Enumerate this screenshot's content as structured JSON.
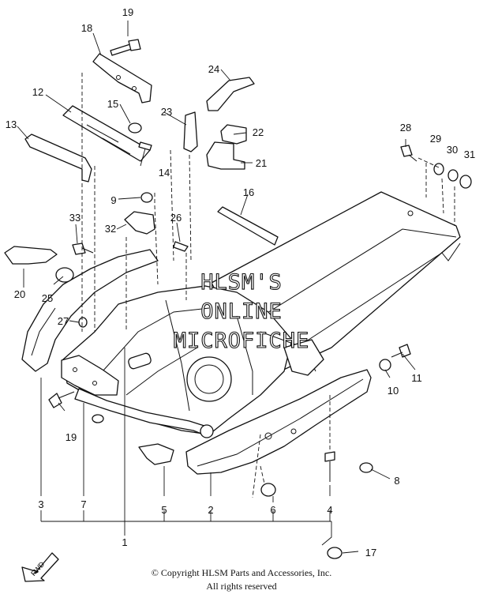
{
  "watermark": {
    "line1": "HLSM'S",
    "line2": "ONLINE",
    "line3": "MICROFICHE"
  },
  "fwd_label": "FWD",
  "copyright": {
    "line1": "© Copyright HLSM Parts and Accessories, Inc.",
    "line2": "All rights reserved"
  },
  "callouts": {
    "c1": "1",
    "c2": "2",
    "c3": "3",
    "c4": "4",
    "c5": "5",
    "c6": "6",
    "c7": "7",
    "c8": "8",
    "c9": "9",
    "c10": "10",
    "c11": "11",
    "c12": "12",
    "c13": "13",
    "c14": "14",
    "c15": "15",
    "c16": "16",
    "c17": "17",
    "c18": "18",
    "c19a": "19",
    "c19b": "19",
    "c20": "20",
    "c21": "21",
    "c22": "22",
    "c23": "23",
    "c24": "24",
    "c25": "25",
    "c26": "26",
    "c27": "27",
    "c28": "28",
    "c29": "29",
    "c30": "30",
    "c31": "31",
    "c32": "32",
    "c33": "33"
  }
}
